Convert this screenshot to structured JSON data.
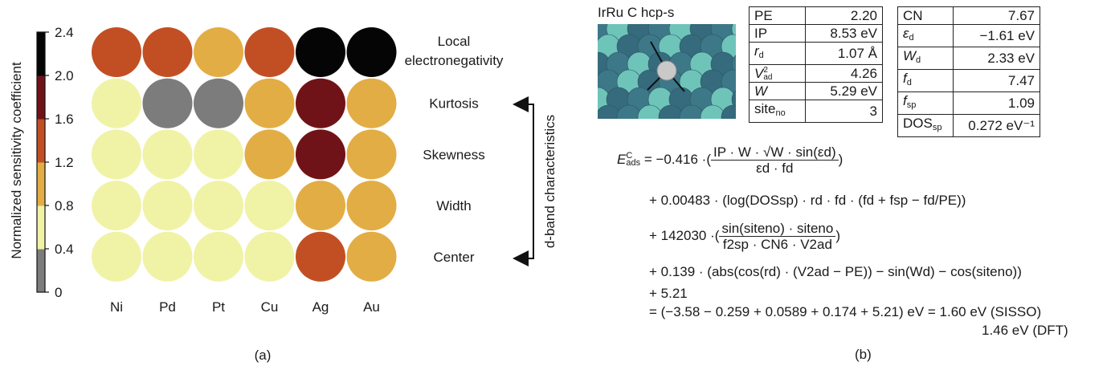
{
  "chart_data": {
    "type": "heatmap",
    "colorbar": {
      "label": "Normalized sensitivity coefficient",
      "ticks": [
        "0",
        "0.4",
        "0.8",
        "1.2",
        "1.6",
        "2.0",
        "2.4"
      ],
      "range": [
        0,
        2.4
      ],
      "colors": [
        "#7c7c7c",
        "#f0f3a6",
        "#e3ad45",
        "#c24f24",
        "#701318",
        "#050505"
      ]
    },
    "columns": [
      "Ni",
      "Pd",
      "Pt",
      "Cu",
      "Ag",
      "Au"
    ],
    "rows": [
      {
        "name": "Local electronegativity",
        "values": [
          1.4,
          1.4,
          1.0,
          1.4,
          2.3,
          2.3
        ]
      },
      {
        "name": "Kurtosis",
        "values": [
          0.5,
          0.2,
          0.2,
          1.0,
          1.8,
          1.0
        ]
      },
      {
        "name": "Skewness",
        "values": [
          0.5,
          0.5,
          0.5,
          1.0,
          1.8,
          1.0
        ]
      },
      {
        "name": "Width",
        "values": [
          0.5,
          0.5,
          0.5,
          0.5,
          1.0,
          1.0
        ]
      },
      {
        "name": "Center",
        "values": [
          0.5,
          0.5,
          0.5,
          0.5,
          1.4,
          1.0
        ]
      }
    ],
    "row_label_lines": [
      [
        "Local",
        "electronegativity"
      ],
      [
        "Kurtosis"
      ],
      [
        "Skewness"
      ],
      [
        "Width"
      ],
      [
        "Center"
      ]
    ],
    "bracket_label": "d-band characteristics",
    "caption": "(a)"
  },
  "panel_b": {
    "structure_title": "IrRu C hcp-s",
    "table_left": [
      {
        "key": "PE",
        "value": "2.20"
      },
      {
        "key": "IP",
        "value": "8.53 eV"
      },
      {
        "key": "rd",
        "value": "1.07 Å"
      },
      {
        "key": "V2ad",
        "value": "4.26"
      },
      {
        "key": "W",
        "value": "5.29 eV"
      },
      {
        "key": "siteno",
        "value": "3"
      }
    ],
    "table_right": [
      {
        "key": "CN",
        "value": "7.67"
      },
      {
        "key": "εd",
        "value": "−1.61 eV"
      },
      {
        "key": "Wd",
        "value": "2.33 eV"
      },
      {
        "key": "fd",
        "value": "7.47"
      },
      {
        "key": "fsp",
        "value": "1.09"
      },
      {
        "key": "DOSsp",
        "value": "0.272 eV⁻¹"
      }
    ],
    "equation": {
      "lhs": "ECads",
      "line1_coef": "= −0.416 ·",
      "line1_num": "IP · W · √W · sin(εd)",
      "line1_den": "εd · fd",
      "line2": "+ 0.00483 · (log(DOSsp) · rd · fd · (fd + fsp − fd/PE))",
      "line3_coef": "+ 142030 ·",
      "line3_num": "sin(siteno) · siteno",
      "line3_den": "f2sp · CN6 · V2ad",
      "line4": "+ 0.139 · (abs(cos(rd) · (V2ad − PE)) − sin(Wd) − cos(siteno))",
      "line5": "+ 5.21",
      "line6": "= (−3.58 − 0.259 + 0.0589 + 0.174 + 5.21) eV = 1.60 eV (SISSO)",
      "line7": "1.46 eV (DFT)"
    },
    "caption": "(b)"
  }
}
